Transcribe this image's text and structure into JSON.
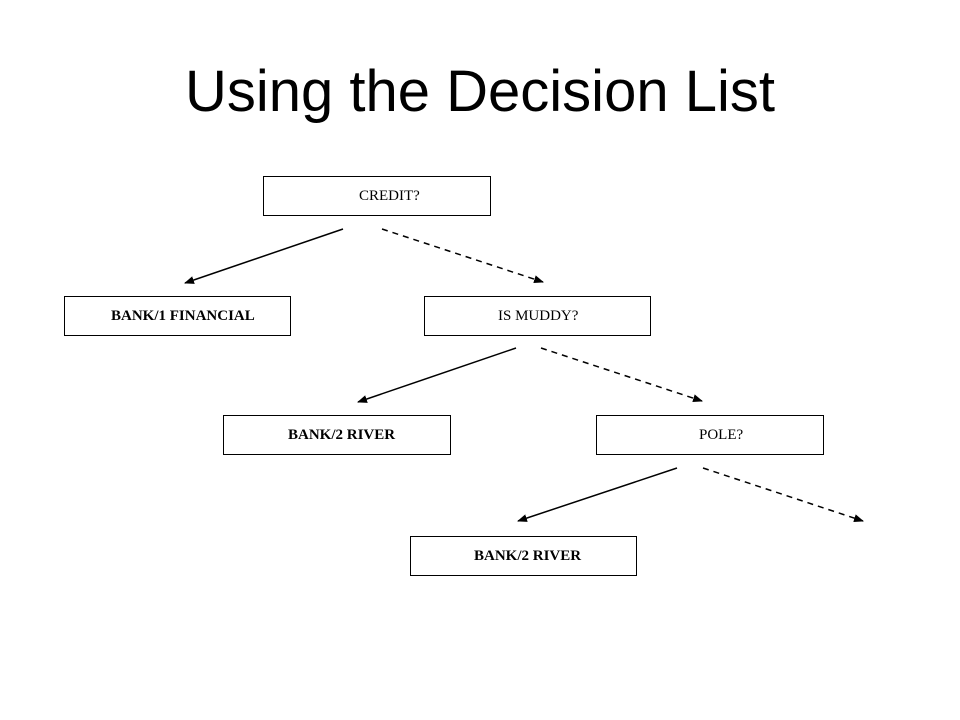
{
  "title": "Using the Decision List",
  "diagram": {
    "nodes": {
      "credit": "CREDIT?",
      "bank1": "BANK/1 FINANCIAL",
      "muddy": "IS MUDDY?",
      "bank2a": "BANK/2 RIVER",
      "pole": "POLE?",
      "bank2b": "BANK/2 RIVER"
    },
    "edges": [
      {
        "from": "credit",
        "to": "bank1",
        "style": "solid"
      },
      {
        "from": "credit",
        "to": "muddy",
        "style": "dashed"
      },
      {
        "from": "muddy",
        "to": "bank2a",
        "style": "solid"
      },
      {
        "from": "muddy",
        "to": "pole",
        "style": "dashed"
      },
      {
        "from": "pole",
        "to": "bank2b",
        "style": "solid"
      },
      {
        "from": "pole",
        "to": "",
        "style": "dashed"
      }
    ]
  }
}
